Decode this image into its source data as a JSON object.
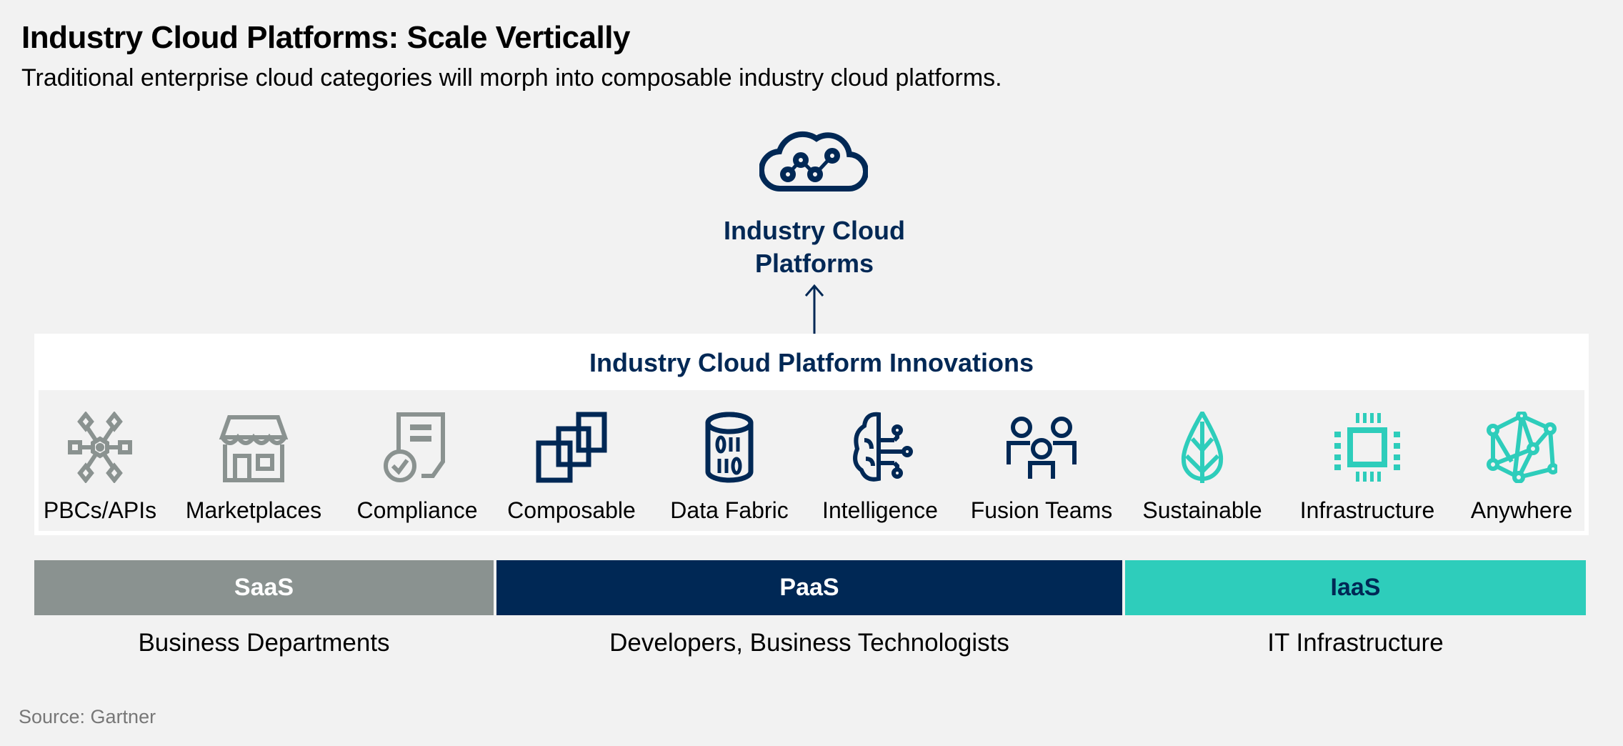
{
  "header": {
    "title": "Industry Cloud Platforms: Scale Vertically",
    "subtitle": "Traditional enterprise cloud categories will morph into composable industry cloud platforms."
  },
  "top": {
    "icon": "cloud-network-icon",
    "label_line1": "Industry Cloud",
    "label_line2": "Platforms"
  },
  "innovations": {
    "title": "Industry Cloud Platform Innovations",
    "items": [
      {
        "label": "PBCs/APIs",
        "icon": "network-hub-icon",
        "color": "#8a9290"
      },
      {
        "label": "Marketplaces",
        "icon": "storefront-icon",
        "color": "#8a9290"
      },
      {
        "label": "Compliance",
        "icon": "document-check-icon",
        "color": "#8a9290"
      },
      {
        "label": "Composable",
        "icon": "stacked-squares-icon",
        "color": "#002855"
      },
      {
        "label": "Data Fabric",
        "icon": "binary-cylinder-icon",
        "color": "#002855"
      },
      {
        "label": "Intelligence",
        "icon": "brain-circuit-icon",
        "color": "#002855"
      },
      {
        "label": "Fusion Teams",
        "icon": "team-icon",
        "color": "#002855"
      },
      {
        "label": "Sustainable",
        "icon": "leaf-icon",
        "color": "#2ecdbb"
      },
      {
        "label": "Infrastructure",
        "icon": "chip-icon",
        "color": "#2ecdbb"
      },
      {
        "label": "Anywhere",
        "icon": "mesh-network-icon",
        "color": "#2ecdbb"
      }
    ]
  },
  "layers": [
    {
      "name": "SaaS",
      "audience": "Business Departments",
      "color": "#8a9290"
    },
    {
      "name": "PaaS",
      "audience": "Developers, Business Technologists",
      "color": "#002855"
    },
    {
      "name": "IaaS",
      "audience": "IT Infrastructure",
      "color": "#2ecdbb"
    }
  ],
  "footer": {
    "source": "Source: Gartner"
  }
}
